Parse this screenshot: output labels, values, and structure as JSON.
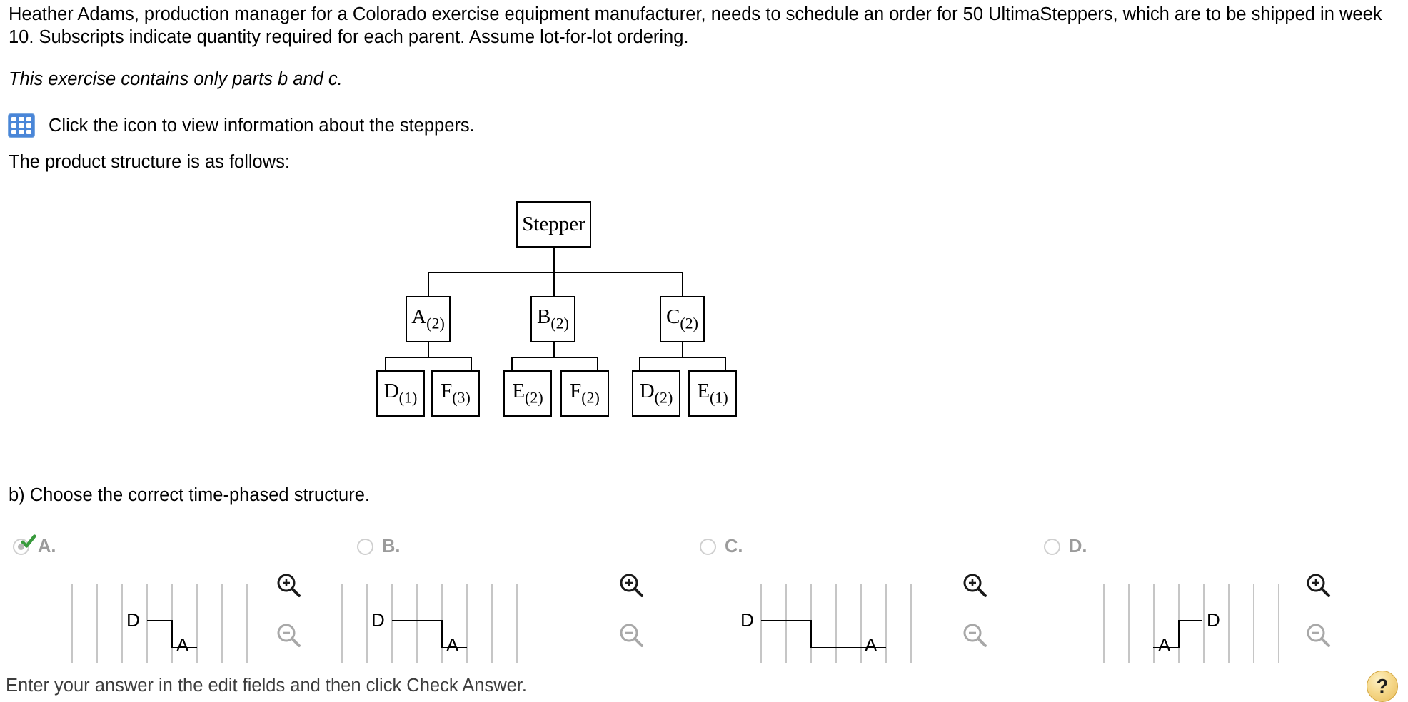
{
  "problem": {
    "intro": "Heather Adams, production manager for a Colorado exercise equipment manufacturer, needs to schedule an order for 50 UltimaSteppers, which are to be shipped in week 10. Subscripts indicate quantity required for each parent. Assume lot-for-lot ordering.",
    "note": "This exercise contains only parts b and c.",
    "icon_link_text": "Click the icon to view information about the steppers.",
    "icon_name": "table-grid-icon",
    "structure_label": "The product structure is as follows:"
  },
  "bom": {
    "root": {
      "label": "Stepper",
      "qty": ""
    },
    "level1": [
      {
        "label": "A",
        "qty": "(2)"
      },
      {
        "label": "B",
        "qty": "(2)"
      },
      {
        "label": "C",
        "qty": "(2)"
      }
    ],
    "level2": [
      {
        "label": "D",
        "qty": "(1)",
        "parent": "A"
      },
      {
        "label": "F",
        "qty": "(3)",
        "parent": "A"
      },
      {
        "label": "E",
        "qty": "(2)",
        "parent": "B"
      },
      {
        "label": "F",
        "qty": "(2)",
        "parent": "B"
      },
      {
        "label": "D",
        "qty": "(2)",
        "parent": "C"
      },
      {
        "label": "E",
        "qty": "(1)",
        "parent": "C"
      }
    ]
  },
  "part_b": {
    "prompt": "b) Choose the correct time-phased structure.",
    "options": [
      {
        "letter": "A.",
        "selected": true,
        "checked": true,
        "chart": {
          "labels": [
            "D",
            "A"
          ],
          "upper_label": "D",
          "lower_label": "A"
        }
      },
      {
        "letter": "B.",
        "selected": false,
        "checked": false,
        "chart": {
          "labels": [
            "D",
            "A"
          ],
          "upper_label": "D",
          "lower_label": "A"
        }
      },
      {
        "letter": "C.",
        "selected": false,
        "checked": false,
        "chart": {
          "labels": [
            "D",
            "A"
          ],
          "upper_label": "D",
          "lower_label": "A"
        }
      },
      {
        "letter": "D.",
        "selected": false,
        "checked": false,
        "chart": {
          "labels": [
            "A",
            "D"
          ],
          "upper_label": "D",
          "lower_label": "A"
        }
      }
    ],
    "zoom_in_label": "zoom-in",
    "zoom_out_label": "zoom-out"
  },
  "footer": {
    "instruction": "Enter your answer in the edit fields and then click Check Answer.",
    "help_label": "?"
  },
  "colors": {
    "icon_blue": "#4a86d8",
    "check_green": "#389a3c",
    "option_gray": "#9b9b9b",
    "grid_gray": "#c6c6c6",
    "help_yellow": "#f6d98c"
  }
}
